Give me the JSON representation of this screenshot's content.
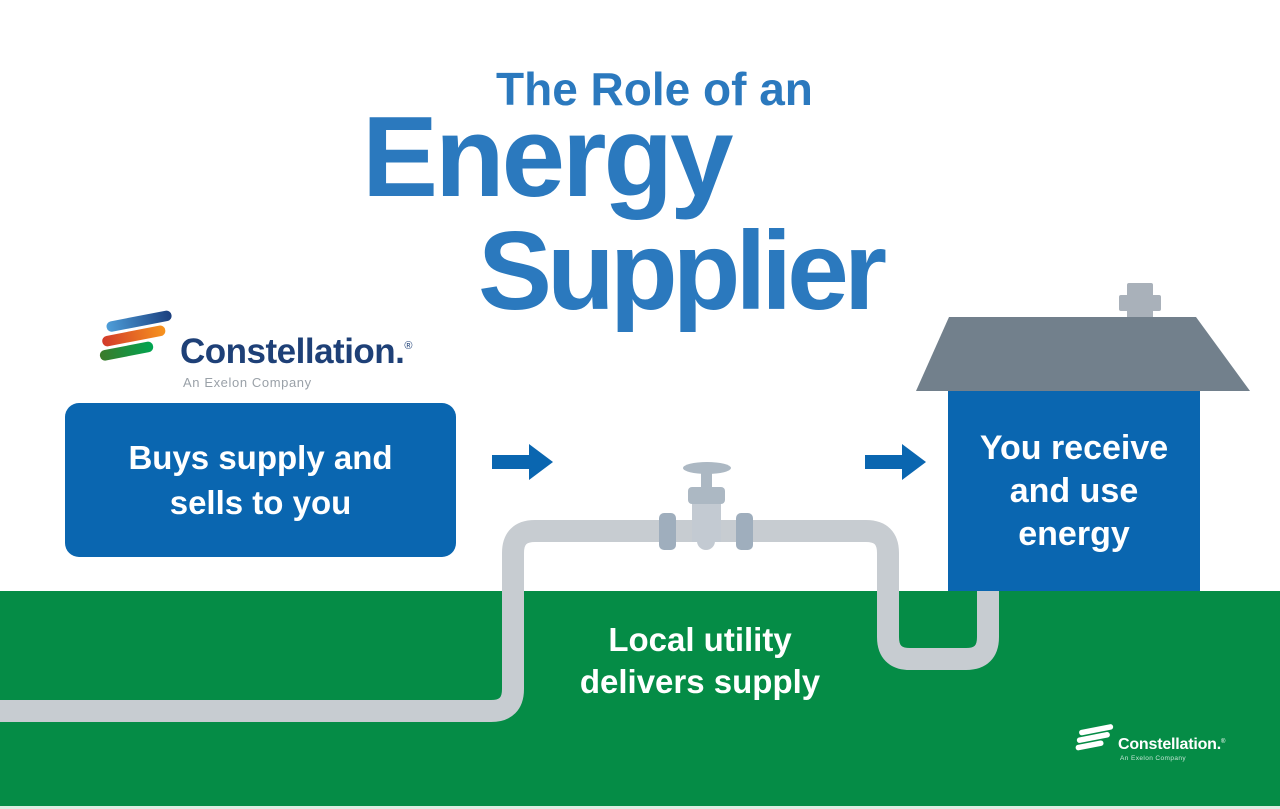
{
  "title": {
    "kicker": "The Role of an",
    "main": "Energy",
    "sub": "Supplier"
  },
  "brand": {
    "name": "Constellation.",
    "registered": "®",
    "tagline": "An Exelon Company"
  },
  "flow": {
    "supplier_box": {
      "line1": "Buys supply and",
      "line2": "sells to you"
    },
    "utility_label": {
      "line1": "Local utility",
      "line2": "delivers supply"
    },
    "house_label": {
      "line1": "You receive",
      "line2": "and use",
      "line3": "energy"
    }
  },
  "footer": {
    "brand": "Constellation.",
    "registered": "®",
    "tagline": "An Exelon Company"
  },
  "icons": {
    "swoosh": "constellation-flag-swoosh",
    "arrow": "right-arrow",
    "pipe": "gas-pipe",
    "valve": "gas-shutoff-valve",
    "house": "house-with-chimney"
  },
  "colors": {
    "title_blue": "#2B79BE",
    "brand_blue": "#0A66B0",
    "ground_green": "#058C46",
    "roof_gray": "#72808C",
    "chimney_gray": "#A9B1BA",
    "pipe_gray": "#C7CCD1",
    "coupling_gray": "#9FAEBD",
    "wordmark_navy": "#1E4077",
    "tagline_gray": "#9AA1A8",
    "text_white": "#FFFFFF"
  }
}
